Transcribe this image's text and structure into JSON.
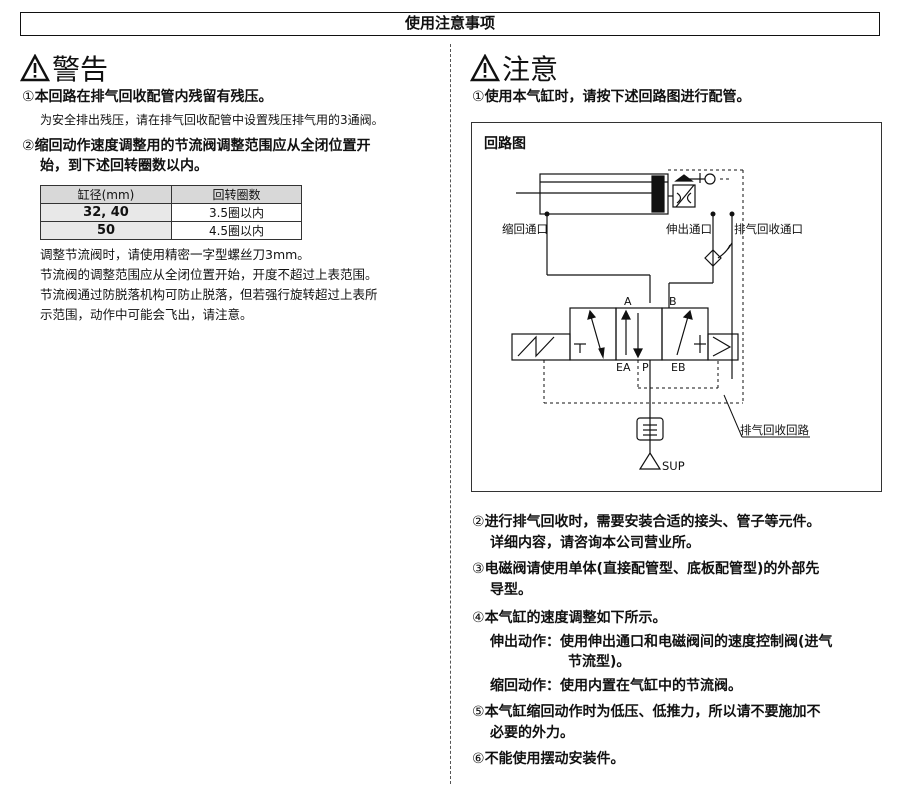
{
  "header": {
    "title": "使用注意事项"
  },
  "warning": {
    "title": "警告",
    "items": [
      {
        "num": "①",
        "text": "本回路在排气回收配管内残留有残压。",
        "detail": "为安全排出残压，请在排气回收配管中设置残压排气用的3通阀。"
      },
      {
        "num": "②",
        "text_line1": "缩回动作速度调整用的节流阀调整范围应从全闭位置开",
        "text_line2": "始，到下述回转圈数以内。"
      }
    ],
    "table": {
      "headers": [
        "缸径(mm)",
        "回转圈数"
      ],
      "rows": [
        {
          "bore": "32, 40",
          "turns": "3.5圈以内"
        },
        {
          "bore": "50",
          "turns": "4.5圈以内"
        }
      ]
    },
    "notes": [
      "调整节流阀时，请使用精密一字型螺丝刀3mm。",
      "节流阀的调整范围应从全闭位置开始，开度不超过上表范围。",
      "节流阀通过防脱落机构可防止脱落，但若强行旋转超过上表所",
      "示范围，动作中可能会飞出，请注意。"
    ]
  },
  "caution": {
    "title": "注意",
    "item1": {
      "num": "①",
      "text": "使用本气缸时，请按下述回路图进行配管。"
    },
    "diagram": {
      "title": "回路图",
      "labels": {
        "retract_port": "缩回通口",
        "extend_port": "伸出通口",
        "exhaust_port": "排气回收通口",
        "port_a": "A",
        "port_b": "B",
        "port_ea": "EA",
        "port_p": "P",
        "port_eb": "EB",
        "exhaust_circuit": "排气回收回路",
        "sup": "SUP"
      }
    },
    "items": [
      {
        "num": "②",
        "line1": "进行排气回收时，需要安装合适的接头、管子等元件。",
        "line2": "详细内容，请咨询本公司营业所。"
      },
      {
        "num": "③",
        "line1": "电磁阀请使用单体(直接配管型、底板配管型)的外部先",
        "line2": "导型。"
      },
      {
        "num": "④",
        "line1": "本气缸的速度调整如下所示。"
      },
      {
        "num": "⑤",
        "line1": "本气缸缩回动作时为低压、低推力，所以请不要施加不",
        "line2": "必要的外力。"
      },
      {
        "num": "⑥",
        "line1": "不能使用摆动安装件。"
      }
    ],
    "speed": {
      "extend_label": "伸出动作：",
      "extend_line1": "使用伸出通口和电磁阀间的速度控制阀(进气",
      "extend_line2": "节流型)。",
      "retract_label": "缩回动作：",
      "retract_text": "使用内置在气缸中的节流阀。"
    }
  }
}
